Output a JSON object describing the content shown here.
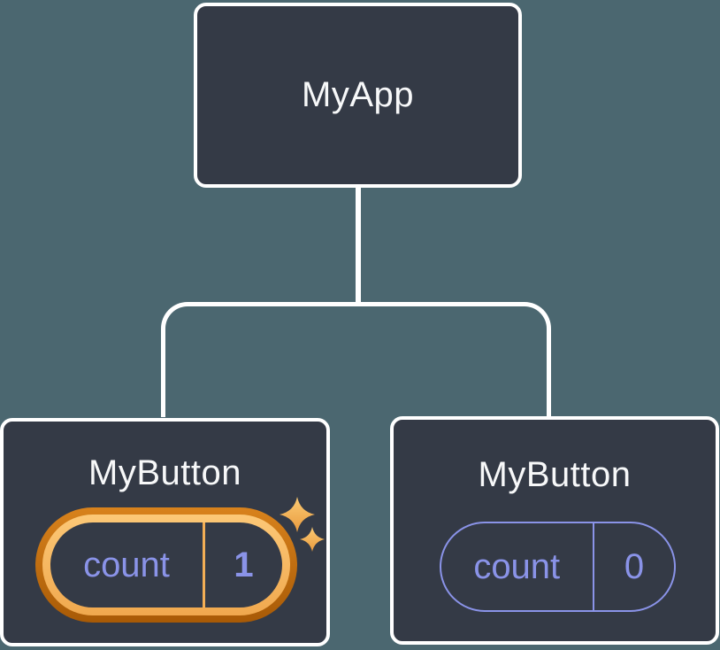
{
  "diagram": {
    "title": "react-component-tree-state-diagram",
    "colors": {
      "background": "#4b6770",
      "node_fill": "#343a46",
      "node_border": "#ffffff",
      "connector": "#ffffff",
      "state_purple": "#8a93e8",
      "highlight_ring_outer": "#a85a06",
      "highlight_ring_inner": "#f8ba66",
      "sparkle_gold": "#f6b75c"
    },
    "root": {
      "label": "MyApp"
    },
    "children": [
      {
        "label": "MyButton",
        "state_name": "count",
        "state_value": "1",
        "highlighted": true,
        "icon": "sparkles-icon"
      },
      {
        "label": "MyButton",
        "state_name": "count",
        "state_value": "0",
        "highlighted": false
      }
    ]
  }
}
